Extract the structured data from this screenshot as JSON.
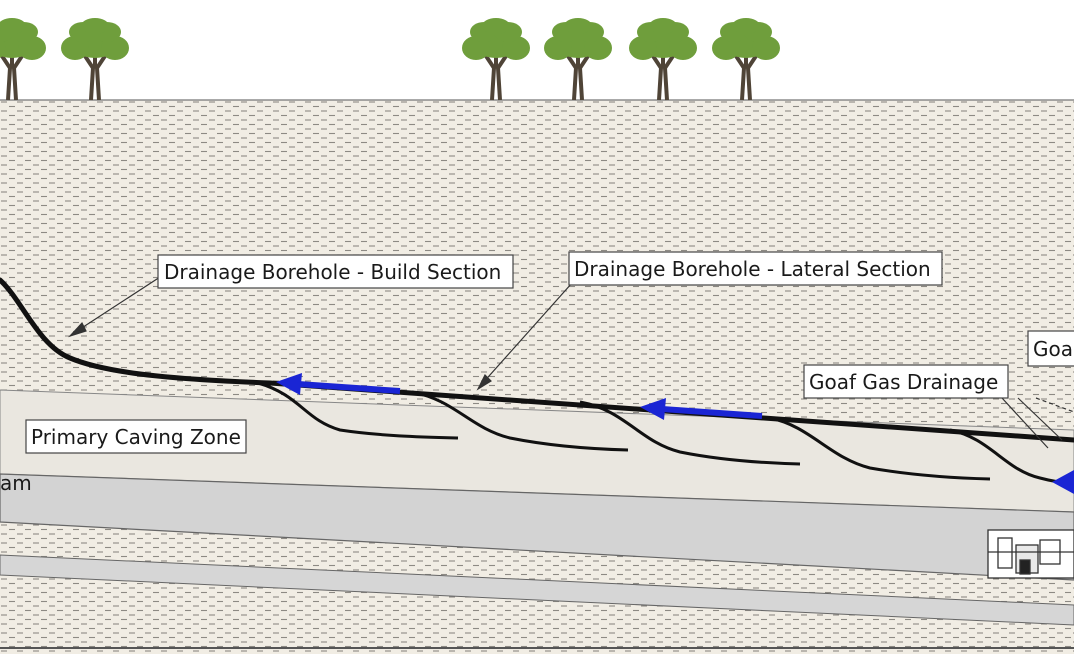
{
  "labels": {
    "build_section": "Drainage Borehole - Build Section",
    "lateral_section": "Drainage Borehole - Lateral Section",
    "goaf_gas_drainage": "Goaf Gas Drainage",
    "goaf_partial": "Goa",
    "primary_caving_zone": "Primary Caving Zone",
    "seam_partial": "am"
  },
  "colors": {
    "background": "#ffffff",
    "strata_fill": "#f1ede4",
    "strata_dash": "#8d8a84",
    "caving_zone": "#eae7e0",
    "seam": "#d3d3d3",
    "borehole": "#111111",
    "flow_arrow": "#1a25d4",
    "tree_canopy": "#6f9e3c",
    "tree_trunk": "#4f4437"
  },
  "icons": {
    "tree": "tree-icon",
    "flow": "blue-flow-arrow-icon",
    "equipment": "longwall-shearer-icon"
  }
}
